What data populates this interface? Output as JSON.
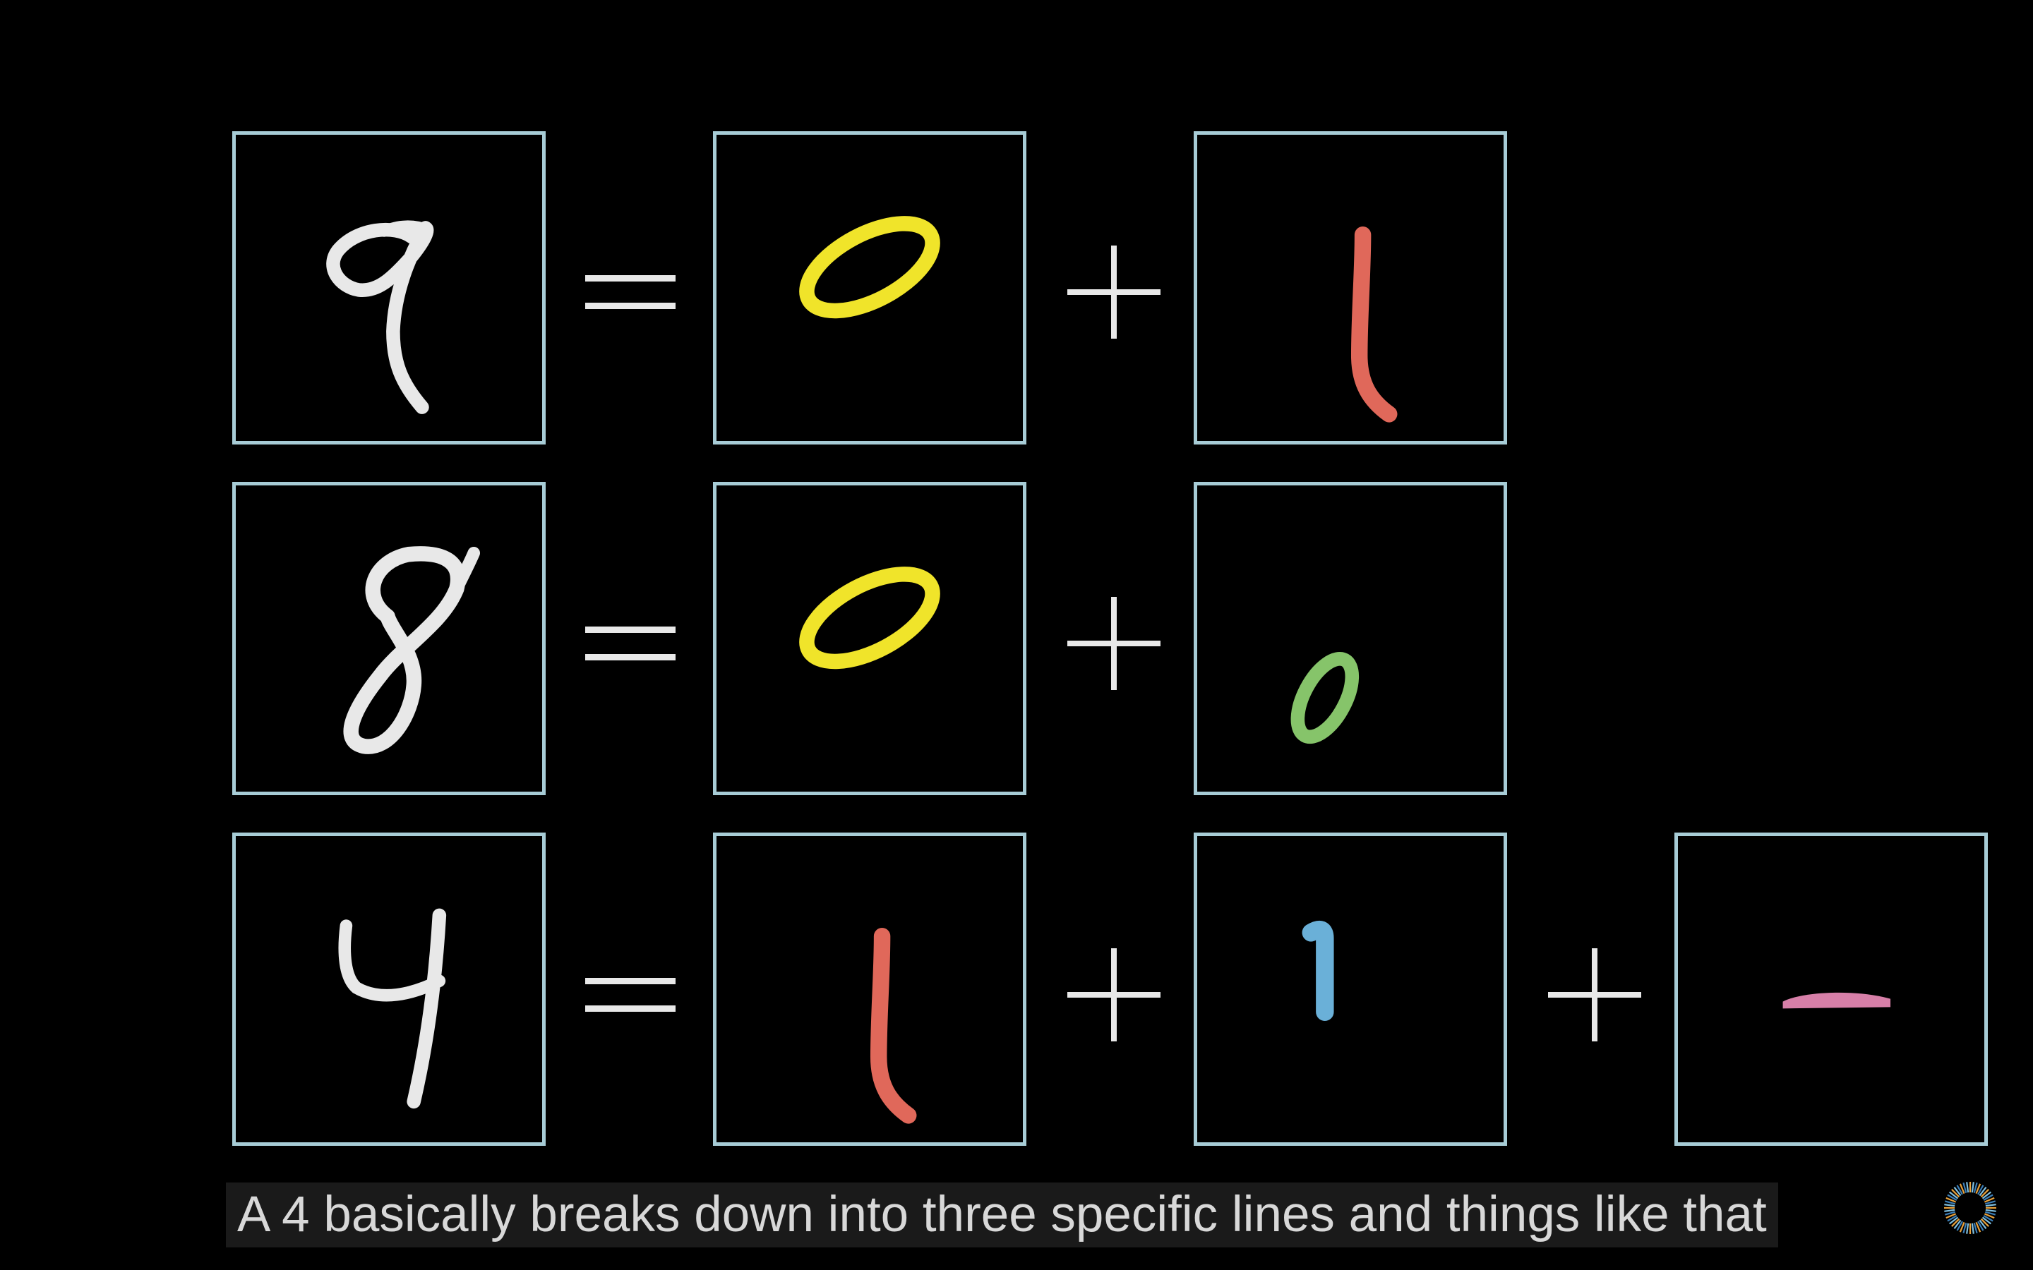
{
  "caption": "A 4 basically breaks down into three specific lines and things like that",
  "colors": {
    "frame_border": "#a7ccd6",
    "digit_white": "#e8e8e8",
    "loop_yellow": "#f0e42a",
    "stroke_red": "#e0685a",
    "loop_green": "#86c46a",
    "stroke_blue": "#6ab0d8",
    "stroke_pink": "#d77fa8"
  },
  "rows": [
    {
      "digit": "9",
      "operators": [
        "=",
        "+"
      ],
      "parts": [
        "yellow-loop",
        "red-vertical-line"
      ]
    },
    {
      "digit": "8",
      "operators": [
        "=",
        "+"
      ],
      "parts": [
        "yellow-loop",
        "green-small-loop"
      ]
    },
    {
      "digit": "4",
      "operators": [
        "=",
        "+",
        "+"
      ],
      "parts": [
        "red-vertical-line",
        "blue-short-stroke",
        "pink-horizontal-stroke"
      ]
    }
  ]
}
